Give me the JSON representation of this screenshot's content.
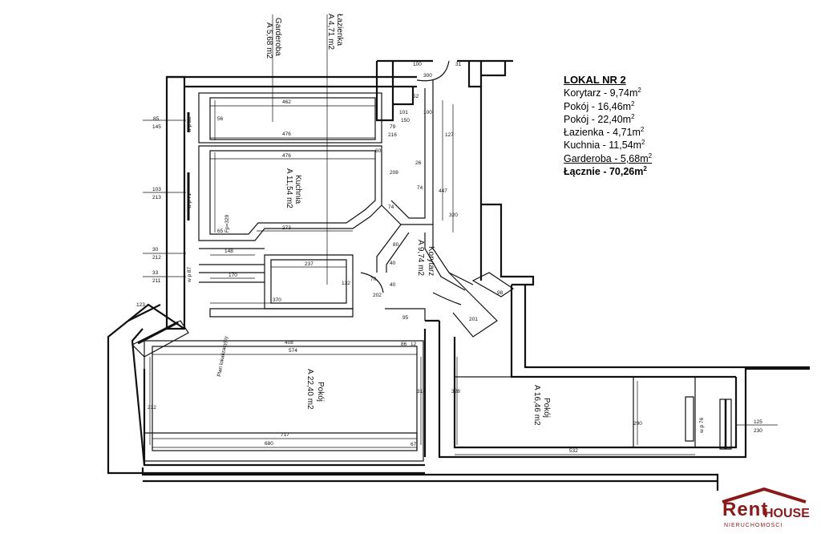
{
  "legend": {
    "title": "LOKAL NR 2",
    "rows": [
      {
        "label": "Korytarz - 9,74m",
        "sup": "2"
      },
      {
        "label": "Pokój - 16,46m",
        "sup": "2"
      },
      {
        "label": "Pokój - 22,40m",
        "sup": "2"
      },
      {
        "label": "Łazienka - 4,71m",
        "sup": "2"
      },
      {
        "label": "Kuchnia - 11,54m",
        "sup": "2"
      },
      {
        "label": "Garderoba - 5,68m",
        "sup": "2"
      }
    ],
    "total": {
      "label": "Łącznie - 70,26m",
      "sup": "2"
    }
  },
  "rooms": {
    "garderoba": {
      "name": "Garderoba",
      "area": "A 5,68 m2"
    },
    "lazienka": {
      "name": "Łazienka",
      "area": "A 4,71 m2"
    },
    "kuchnia": {
      "name": "Kuchnia",
      "area": "A 11,54 m2"
    },
    "korytarz": {
      "name": "Korytarz",
      "area": "A 9,74 m2"
    },
    "pokoj1": {
      "name": "Pokój",
      "area": "A 22,40 m2"
    },
    "pokoj2": {
      "name": "Pokój",
      "area": "A 16,46 m2"
    }
  },
  "dimensions": {
    "d462": "462",
    "d476a": "476",
    "d476b": "476",
    "d273": "273",
    "d237": "237",
    "d370": "370",
    "d148": "148",
    "d170": "170",
    "d408": "408",
    "d574": "574",
    "d717": "717",
    "d680": "680",
    "d67": "67",
    "d532": "532",
    "d312": "312",
    "d212": "212",
    "d328": "328",
    "d290": "290",
    "d447": "447",
    "d320": "320",
    "d100": "100",
    "d31": "31",
    "d300": "300",
    "d216": "216",
    "d208": "208",
    "d202": "202",
    "d86": "86",
    "d85": "85",
    "d145": "145",
    "d103": "103",
    "d213": "213",
    "d30": "30",
    "d212b": "212",
    "d33": "33",
    "d211": "211",
    "d125": "125",
    "d230": "230",
    "d98": "98",
    "d127": "127",
    "d70": "70",
    "d12": "12",
    "d95": "95",
    "d123": "123",
    "d100b": "100",
    "d56": "56",
    "d74": "74",
    "d65": "65",
    "d132": "132",
    "d79": "79",
    "d80": "80",
    "d60": "60",
    "d40": "40",
    "d201": "201",
    "d74b": "74",
    "d52": "52",
    "d150": "150",
    "d40b": "40",
    "d26": "26",
    "d101": "101"
  },
  "notes": {
    "wp88": "w p 88",
    "wp71": "w p 71",
    "wp87": "w p 87",
    "wp76": "w p 76",
    "fp329": "Fp=329",
    "plan_label": "Plan lokalizacyjny"
  },
  "logo": {
    "line1": "Rent",
    "line2": "HOUSE",
    "line3": "NIERUCHOMOŚCI"
  },
  "colors": {
    "ink": "#111111",
    "brand": "#8a1a1a"
  }
}
